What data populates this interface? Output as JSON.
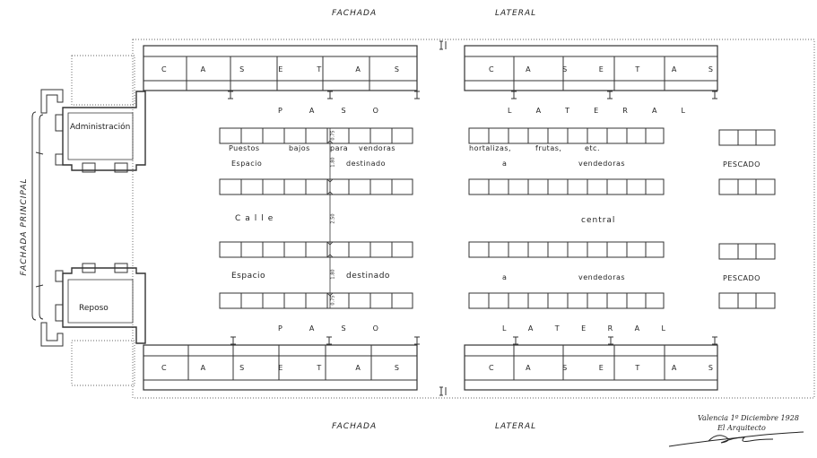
{
  "facade_top_left": "FACHADA",
  "facade_top_right": "LATERAL",
  "facade_bottom_left": "FACHADA",
  "facade_bottom_right": "LATERAL",
  "facade_principal": "FACHADA PRINCIPAL",
  "rooms": {
    "admin": "Administración",
    "rest": "Reposo"
  },
  "casetas_letters": [
    "C",
    "A",
    "S",
    "E",
    "T",
    "A",
    "S"
  ],
  "paso_top": [
    "P",
    "A",
    "S",
    "O"
  ],
  "lateral_top": [
    "L",
    "A",
    "T",
    "E",
    "R",
    "A",
    "L"
  ],
  "paso_bottom": [
    "P",
    "A",
    "S",
    "O"
  ],
  "lateral_bottom": [
    "L",
    "A",
    "T",
    "E",
    "R",
    "A",
    "L"
  ],
  "row1_left": [
    "Puestos",
    "bajos",
    "para",
    "vendoras"
  ],
  "row1_right": [
    "hortalizas,",
    "frutas,",
    "etc."
  ],
  "row2_left": [
    "Espacio",
    "destinado"
  ],
  "row2_mid": "a",
  "row2_right": "vendedoras",
  "pescado_1": "PESCADO",
  "calle": "Calle",
  "central": "central",
  "row3_left": [
    "Espacio",
    "destinado"
  ],
  "row3_mid": "a",
  "row3_right": "vendedoras",
  "pescado_2": "PESCADO",
  "dimensions": [
    "0.75",
    "1.80",
    "2.50",
    "1.80",
    "0.75"
  ],
  "signature": {
    "line1": "Valencia 1º Diciembre 1928",
    "line2": "El Arquitecto"
  }
}
